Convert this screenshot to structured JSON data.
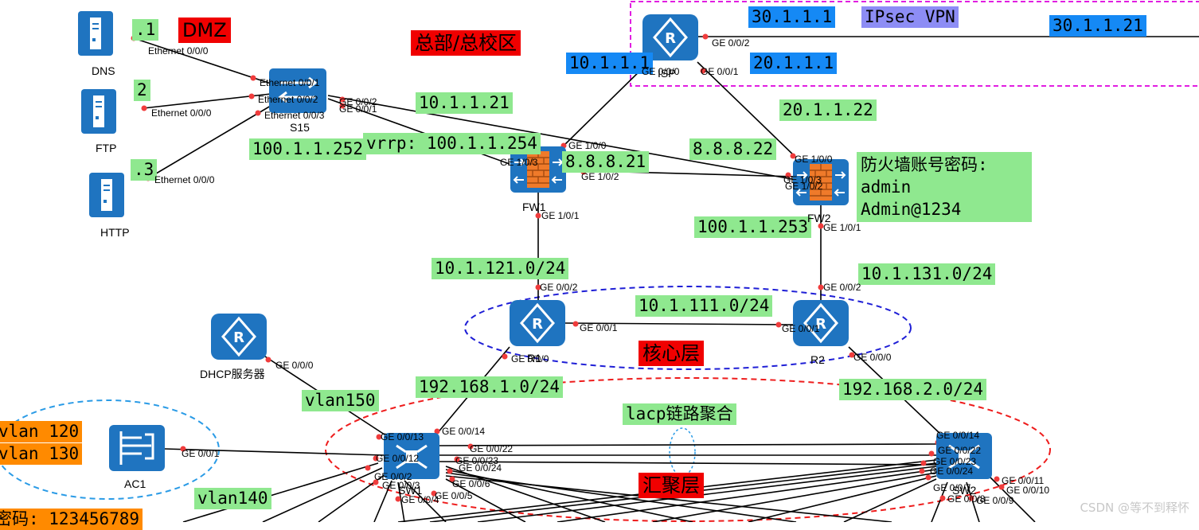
{
  "zones": {
    "dmz": "DMZ",
    "hq": "总部/总校区",
    "core": "核心层",
    "aggregation": "汇聚层"
  },
  "devices": {
    "dns": "DNS",
    "ftp": "FTP",
    "http": "HTTP",
    "s15": "S15",
    "fw1": "FW1",
    "fw2": "FW2",
    "isp": "ISP",
    "r1": "R1",
    "r2": "R2",
    "dhcp": "DHCP服务器",
    "ac1": "AC1",
    "sw1": "SW1",
    "sw2": "SW2"
  },
  "labels": {
    "server_dns_ip": ".1",
    "server_ftp_ip": "2",
    "server_http_ip": ".3",
    "ip_10_1_1_21": "10.1.1.21",
    "ip_10_1_1_1": "10.1.1.1",
    "ipsec_vpn": "IPsec VPN",
    "ip_30_1_1_1": "30.1.1.1",
    "ip_30_1_1_21": "30.1.1.21",
    "ip_20_1_1_1": "20.1.1.1",
    "ip_20_1_1_22": "20.1.1.22",
    "ip_100_1_1_252": "100.1.1.252",
    "vrrp": "vrrp: 100.1.1.254",
    "ip_8_8_8_21": "8.8.8.21",
    "ip_8_8_8_22": "8.8.8.22",
    "fw_account_title": "防火墙账号密码:",
    "fw_user": "admin",
    "fw_pass": "Admin@1234",
    "ip_100_1_1_253": "100.1.1.253",
    "net_10_1_121": "10.1.121.0/24",
    "net_10_1_131": "10.1.131.0/24",
    "net_10_1_111": "10.1.111.0/24",
    "net_192_168_1": "192.168.1.0/24",
    "net_192_168_2": "192.168.2.0/24",
    "vlan150": "vlan150",
    "lacp": "lacp链路聚合",
    "vlan120": "vlan 120",
    "vlan130": "vlan 130",
    "vlan140": "vlan140",
    "password_partial": "密码: 123456789"
  },
  "ports": {
    "dns_e000": "Ethernet 0/0/0",
    "ftp_e000": "Ethernet 0/0/0",
    "http_e000": "Ethernet 0/0/0",
    "s15_e001": "Ethernet 0/0/1",
    "s15_e002": "Ethernet 0/0/2",
    "s15_e003": "Ethernet 0/0/3",
    "s15_ge002": "GE 0/0/2",
    "s15_ge001": "GE 0/0/1",
    "isp_ge002": "GE 0/0/2",
    "isp_ge000": "GE 0/0/0",
    "isp_ge001": "GE 0/0/1",
    "fw1_ge100": "GE 1/0/0",
    "fw1_ge103": "GE 1/0/3",
    "fw1_ge102": "GE 1/0/2",
    "fw1_ge101": "GE 1/0/1",
    "fw2_ge100": "GE 1/0/0",
    "fw2_ge103": "GE 1/0/3",
    "fw2_ge102": "GE 1/0/2",
    "fw2_ge101": "GE 1/0/1",
    "r1_ge002": "GE 0/0/2",
    "r1_ge001": "GE 0/0/1",
    "r1_ge000": "GE 0/0/0",
    "r2_ge002": "GE 0/0/2",
    "r2_ge001": "GE 0/0/1",
    "r2_ge000": "GE 0/0/0",
    "dhcp_ge000": "GE 0/0/0",
    "ac1_ge001": "GE 0/0/1",
    "sw1_ge0014": "GE 0/0/14",
    "sw1_ge0013": "GE 0/0/13",
    "sw1_ge0022": "GE 0/0/22",
    "sw1_ge0012": "GE 0/0/12",
    "sw1_ge0023": "GE 0/0/23",
    "sw1_ge0024": "GE 0/0/24",
    "sw1_ge002": "GE 0/0/2",
    "sw1_ge006": "GE 0/0/6",
    "sw1_ge003": "GE 0/0/3",
    "sw1_ge005": "GE 0/0/5",
    "sw1_ge004": "GE 0/0/4",
    "sw2_ge0014": "GE 0/0/14",
    "sw2_ge0022": "GE 0/0/22",
    "sw2_ge0023": "GE 0/0/23",
    "sw2_ge0024": "GE 0/0/24",
    "sw2_ge0011": "GE 0/0/11",
    "sw2_ge0010": "GE 0/0/10",
    "sw2_ge007": "GE 0/0/7",
    "sw2_ge008": "GE 0/0/8",
    "sw2_ge009": "GE 0/0/9"
  },
  "watermark": "CSDN @等不到释怀",
  "colors": {
    "device_blue": "#1f74c0",
    "firewall_orange": "#ef7a2a",
    "link_black": "#000000",
    "port_dot": "#f03c3c",
    "vpn_box": "#e11ee1",
    "core_ellipse": "#1f1fd6",
    "agg_ellipse": "#ee1c1c",
    "ac_ellipse": "#2a9be6"
  }
}
